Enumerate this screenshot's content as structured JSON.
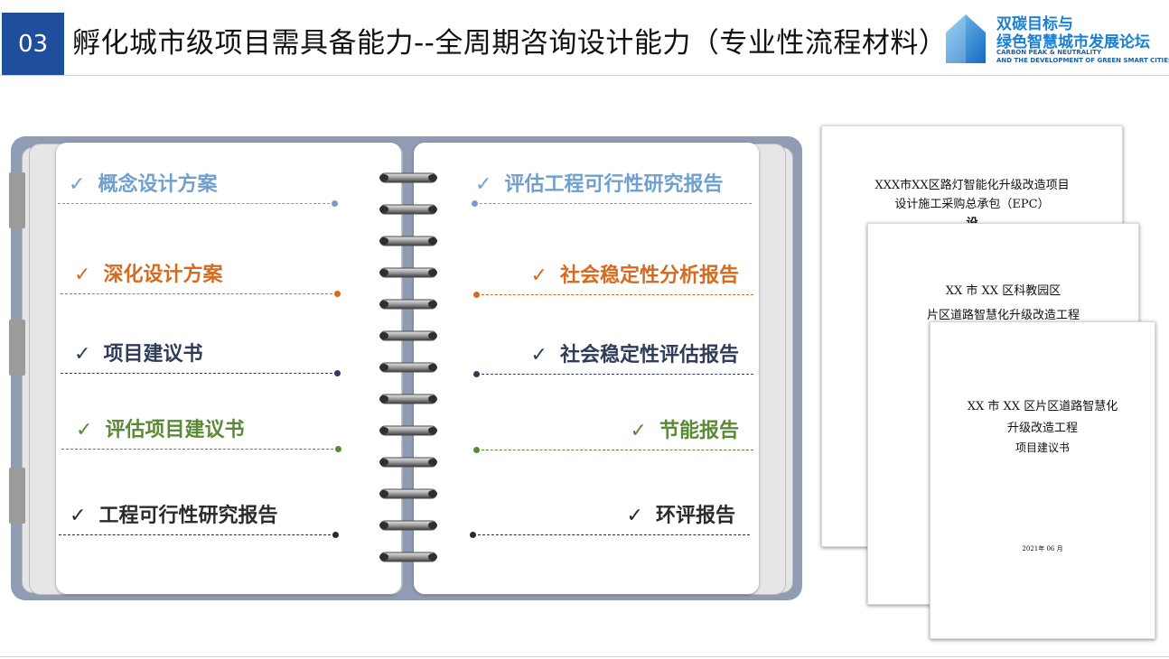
{
  "header": {
    "number": "03",
    "title": "孵化城市级项目需具备能力--全周期咨询设计能力（专业性流程材料）",
    "logo": {
      "cn_line1": "双碳目标与",
      "cn_line2": "绿色智慧城市发展论坛",
      "en_line1": "CARBON PEAK & NEUTRALITY",
      "en_line2": "AND THE DEVELOPMENT OF GREEN SMART CITIES"
    }
  },
  "notebook": {
    "left_items": [
      {
        "label": "概念设计方案",
        "color": "#6fa0cf"
      },
      {
        "label": "深化设计方案",
        "color": "#d66a1e"
      },
      {
        "label": "项目建议书",
        "color": "#2f3d5a"
      },
      {
        "label": "评估项目建议书",
        "color": "#5a8a33"
      },
      {
        "label": "工程可行性研究报告",
        "color": "#2b2b2b"
      }
    ],
    "right_items": [
      {
        "label": "评估工程可行性研究报告",
        "color": "#6fa0cf"
      },
      {
        "label": "社会稳定性分析报告",
        "color": "#d66a1e"
      },
      {
        "label": "社会稳定性评估报告",
        "color": "#2f3d5a"
      },
      {
        "label": "节能报告",
        "color": "#5a8a33"
      },
      {
        "label": "环评报告",
        "color": "#2b2b2b"
      }
    ],
    "check_icon": "✓"
  },
  "documents": {
    "doc1": {
      "line1": "XXX市XX区路灯智能化升级改造项目",
      "line2": "设计施工采购总承包（EPC）",
      "line3": "设"
    },
    "doc2": {
      "line1": "XX 市 XX 区科教园区",
      "line2": "片区道路智慧化升级改造工程"
    },
    "doc3": {
      "line1": "XX 市 XX 区片区道路智慧化",
      "line2": "升级改造工程",
      "line3": "项目建议书",
      "date": "2021年  06  月"
    }
  }
}
